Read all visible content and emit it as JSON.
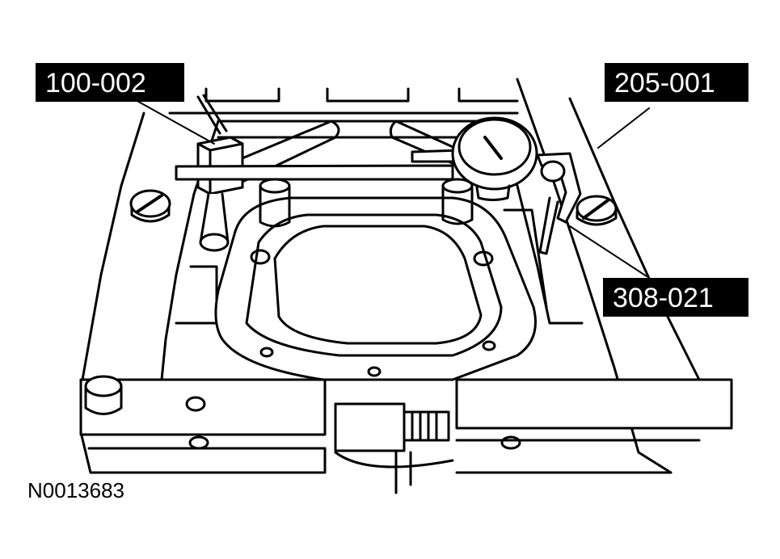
{
  "labels": {
    "tool_1": "100-002",
    "tool_2": "205-001",
    "tool_3": "308-021"
  },
  "figure_id": "N0013683",
  "colors": {
    "line": "#000000",
    "fill": "#ffffff",
    "label_bg": "#000000",
    "label_text": "#ffffff"
  }
}
